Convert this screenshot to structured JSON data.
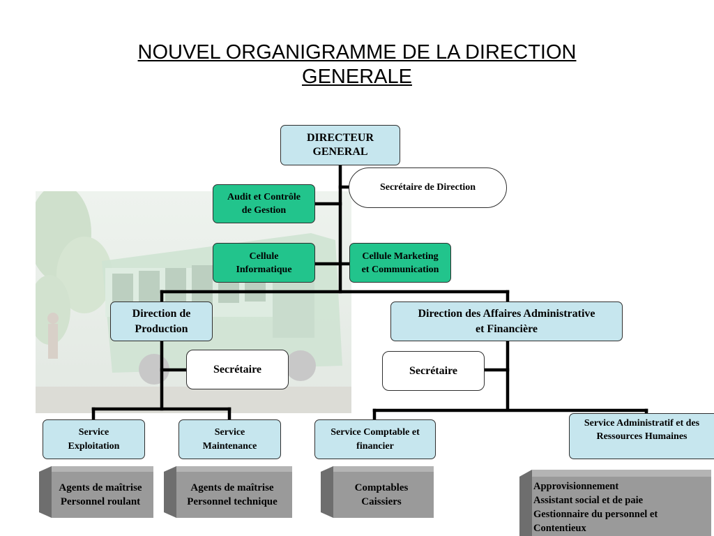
{
  "title": {
    "line1": "NOUVEL ORGANIGRAMME DE LA DIRECTION",
    "line2": "GENERALE"
  },
  "nodes": {
    "dg": [
      "DIRECTEUR",
      "GENERAL"
    ],
    "secretaire_direction": "Secrétaire  de Direction",
    "audit": [
      "Audit et Contrôle",
      "de Gestion"
    ],
    "cellule_info": [
      "Cellule",
      "Informatique"
    ],
    "cellule_marketing": [
      "Cellule Marketing",
      "et Communication"
    ],
    "dir_production": [
      "Direction de",
      "Production"
    ],
    "dir_daaf": [
      "Direction des Affaires  Administrative",
      "et Financière"
    ],
    "secretaire_prod": "Secrétaire",
    "secretaire_daaf": "Secrétaire",
    "svc_exploitation": [
      "Service",
      "Exploitation"
    ],
    "svc_maintenance": [
      "Service",
      "Maintenance"
    ],
    "svc_comptable": [
      "Service Comptable et",
      "financier"
    ],
    "svc_rh": [
      "Service Administratif  et des",
      "Ressources Humaines"
    ]
  },
  "staff": {
    "exploitation": [
      "Agents de maîtrise",
      "Personnel roulant"
    ],
    "maintenance": [
      "Agents de maîtrise",
      "Personnel technique"
    ],
    "comptable": [
      "Comptables",
      "Caissiers"
    ],
    "rh": [
      "Approvisionnement",
      "Assistant social et de paie",
      "Gestionnaire du personnel et",
      "Contentieux"
    ]
  },
  "colors": {
    "cyan_box": "#c6e6ee",
    "green_box": "#22c48c",
    "connector": "#000000",
    "slab_face": "#9a9a9a",
    "slab_edge": "#6e6e6e"
  }
}
